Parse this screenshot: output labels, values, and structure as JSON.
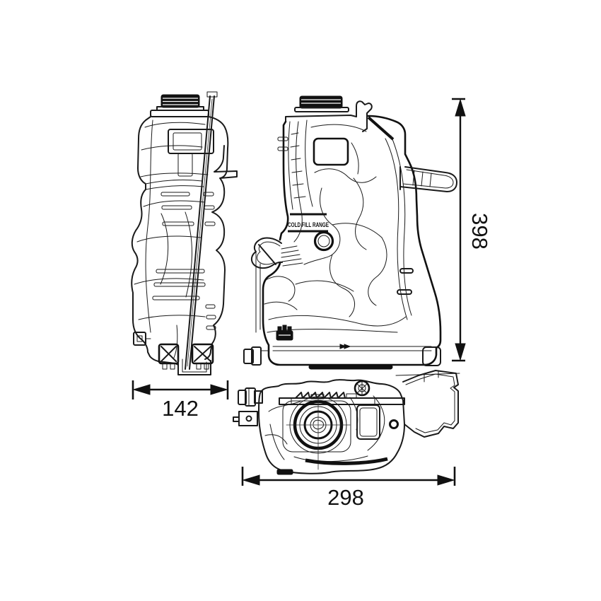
{
  "drawing": {
    "title": "expansion-tank-technical-drawing",
    "dimensions": {
      "side_width": "142",
      "bottom_depth": "298",
      "height": "398"
    },
    "labels": {
      "cold_fill_range": "COLD FILL RANGE"
    },
    "colors": {
      "line": "#1a1a1a",
      "background": "#ffffff"
    }
  }
}
